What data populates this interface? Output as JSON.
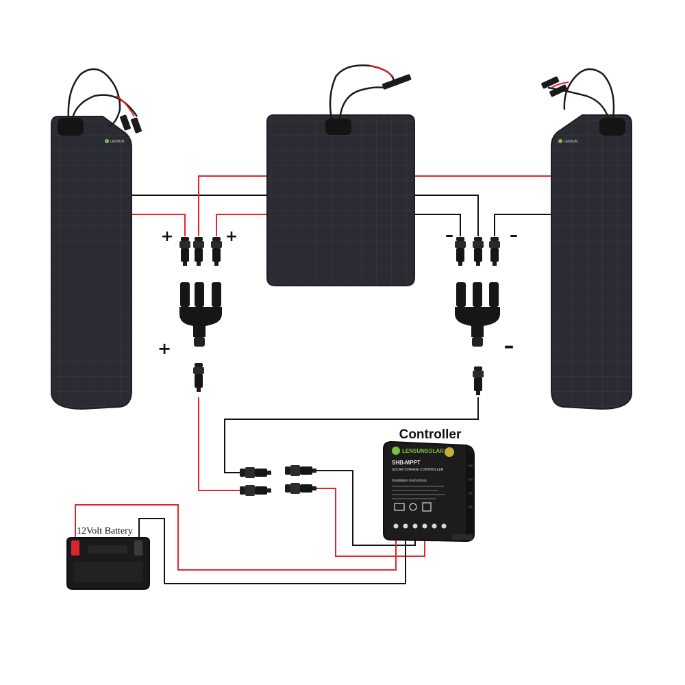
{
  "labels": {
    "controller": "Controller",
    "battery": "12Volt Battery",
    "plus": "+",
    "minus": "–"
  },
  "controller_brand": "LENSUNSOLAR",
  "controller_model": "SHB-MPPT",
  "controller_subtitle": "SOLAR CHARGE CONTROLLER",
  "controller_heading": "Installation Instructions",
  "panel_brand": "LENSUN",
  "colors": {
    "positive_wire": "#e8232a",
    "negative_wire": "#111111",
    "panel": "#2b2c33",
    "panel_grid": "#3a3b43",
    "connector": "#1b1b1b",
    "controller_body": "#1c1c1c",
    "controller_brand": "#7bc143",
    "battery_terminal": "#d8262c"
  },
  "icons": [
    "solar-panel-icon",
    "mc4-connector-icon",
    "y-branch-connector-icon",
    "charge-controller-icon",
    "battery-icon"
  ]
}
